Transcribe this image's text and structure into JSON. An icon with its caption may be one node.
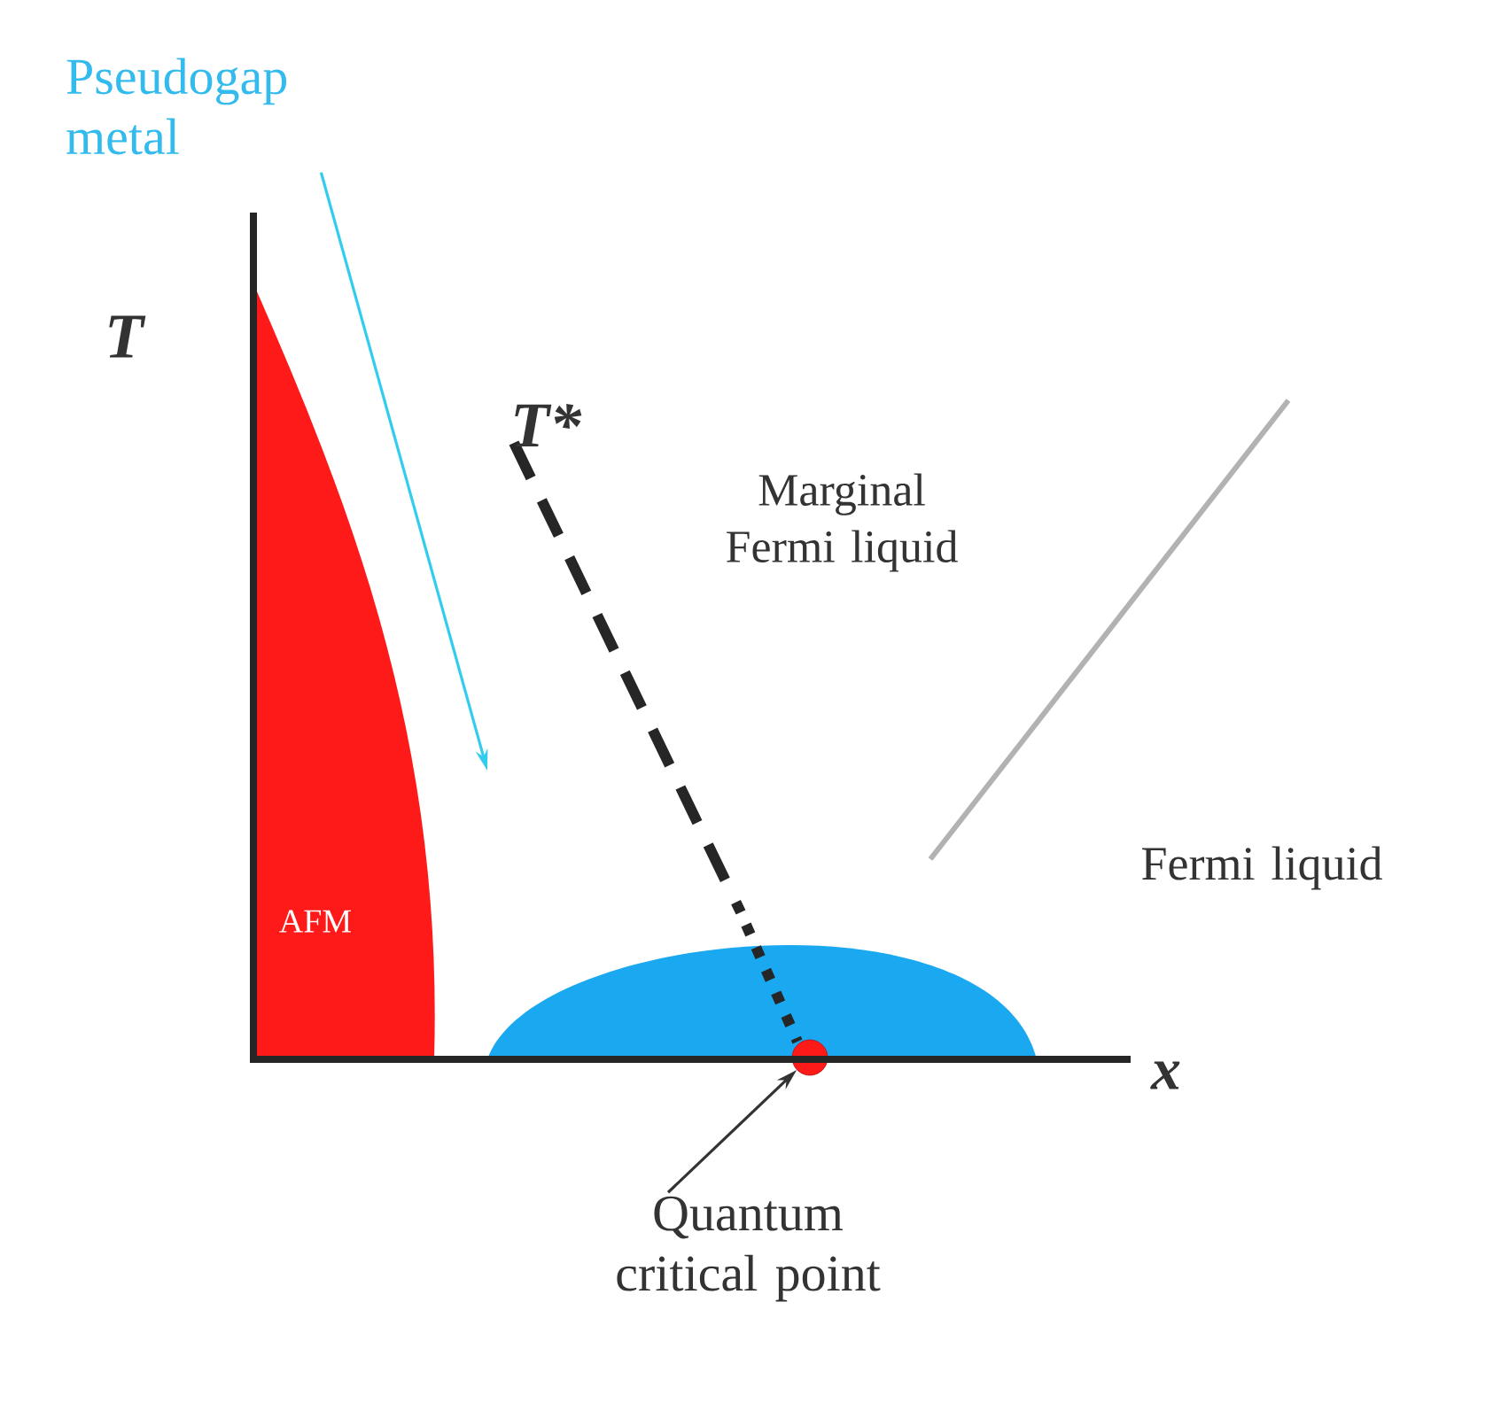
{
  "diagram": {
    "nodes": [
      {
        "text": [
          "Pseudogap metal"
        ]
      },
      {
        "text": [
          "AFM"
        ]
      },
      {
        "text": [],
        "shape": "dome"
      },
      {
        "text": [],
        "shape": "circle"
      },
      {
        "text": [
          "Quantum critical point"
        ]
      }
    ],
    "edges": [
      {
        "from": 4,
        "to": 3,
        "arrow": "to"
      },
      {
        "from": 0,
        "to": null,
        "arrow": "to",
        "color": "#33ccee"
      }
    ],
    "labels": [
      "T",
      "T*",
      "Marginal Fermi liquid",
      "Fermi liquid",
      "x"
    ]
  }
}
